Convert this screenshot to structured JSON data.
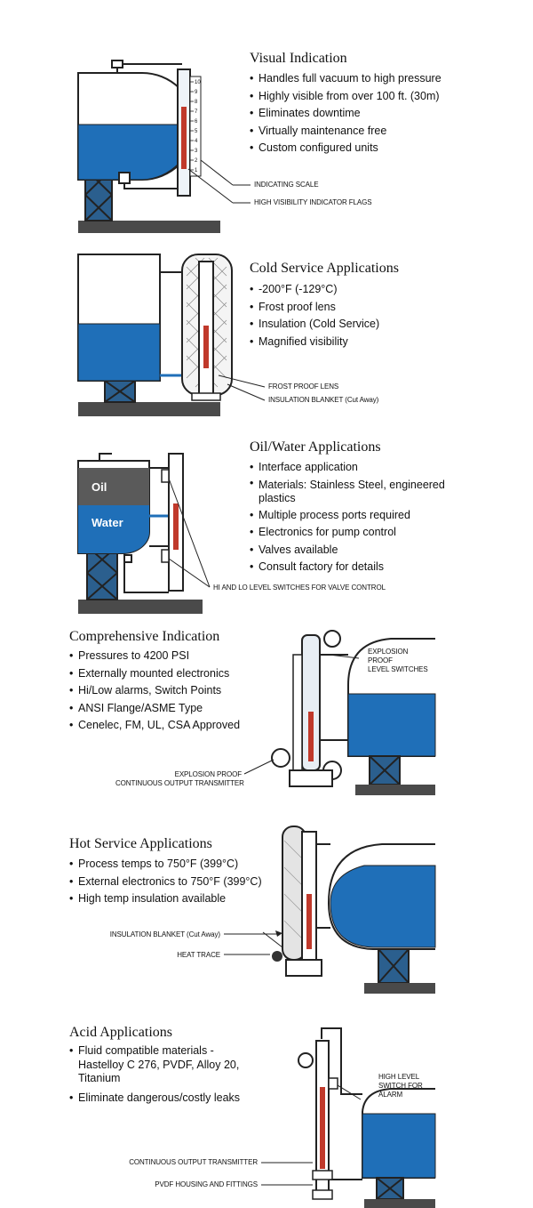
{
  "colors": {
    "liquid": "#1f6fb8",
    "tank": "#ffffff",
    "outline": "#222222",
    "oil": "#5a5a5a",
    "base": "#4a4a4a",
    "flag_red": "#c0392b"
  },
  "sections": {
    "visual": {
      "title": "Visual Indication",
      "bullets": [
        "Handles full vacuum to high pressure",
        "Highly visible from over 100 ft. (30m)",
        "Eliminates downtime",
        "Virtually maintenance free",
        "Custom configured units"
      ],
      "callouts": [
        "INDICATING SCALE",
        "HIGH VISIBILITY INDICATOR FLAGS"
      ],
      "scale_ticks": [
        "10",
        "9",
        "8",
        "7",
        "6",
        "5",
        "4",
        "3",
        "2",
        "1"
      ]
    },
    "cold": {
      "title": "Cold Service Applications",
      "bullets": [
        "-200°F (-129°C)",
        "Frost proof lens",
        "Insulation (Cold Service)",
        "Magnified visibility"
      ],
      "callouts": [
        "FROST PROOF LENS",
        "INSULATION BLANKET (Cut Away)"
      ]
    },
    "oilwater": {
      "title": "Oil/Water Applications",
      "bullets": [
        "Interface application",
        "Materials: Stainless Steel, engineered plastics",
        "Multiple process ports required",
        "Electronics for pump control",
        "Valves available",
        "Consult factory for details"
      ],
      "callouts": [
        "HI AND LO LEVEL SWITCHES FOR VALVE CONTROL"
      ],
      "oil_label": "Oil",
      "water_label": "Water"
    },
    "comprehensive": {
      "title": "Comprehensive Indication",
      "bullets": [
        "Pressures to 4200 PSI",
        "Externally mounted electronics",
        "Hi/Low alarms, Switch Points",
        "ANSI Flange/ASME Type",
        "Cenelec, FM, UL, CSA Approved"
      ],
      "callout_switches": [
        "EXPLOSION",
        "PROOF",
        "LEVEL SWITCHES"
      ],
      "callout_transmitter": [
        "EXPLOSION PROOF",
        "CONTINUOUS OUTPUT TRANSMITTER"
      ]
    },
    "hot": {
      "title": "Hot Service Applications",
      "bullets": [
        "Process temps to 750°F (399°C)",
        "External electronics to 750°F (399°C)",
        "High temp insulation available"
      ],
      "callouts": [
        "INSULATION BLANKET (Cut Away)",
        "HEAT TRACE"
      ]
    },
    "acid": {
      "title": "Acid Applications",
      "bullets": [
        "Fluid compatible materials - Hastelloy C 276, PVDF, Alloy 20, Titanium",
        "Eliminate dangerous/costly leaks"
      ],
      "callout_alarm": [
        "HIGH LEVEL",
        "SWITCH FOR",
        "ALARM"
      ],
      "callouts": [
        "CONTINUOUS OUTPUT TRANSMITTER",
        "PVDF HOUSING AND FITTINGS"
      ]
    }
  }
}
